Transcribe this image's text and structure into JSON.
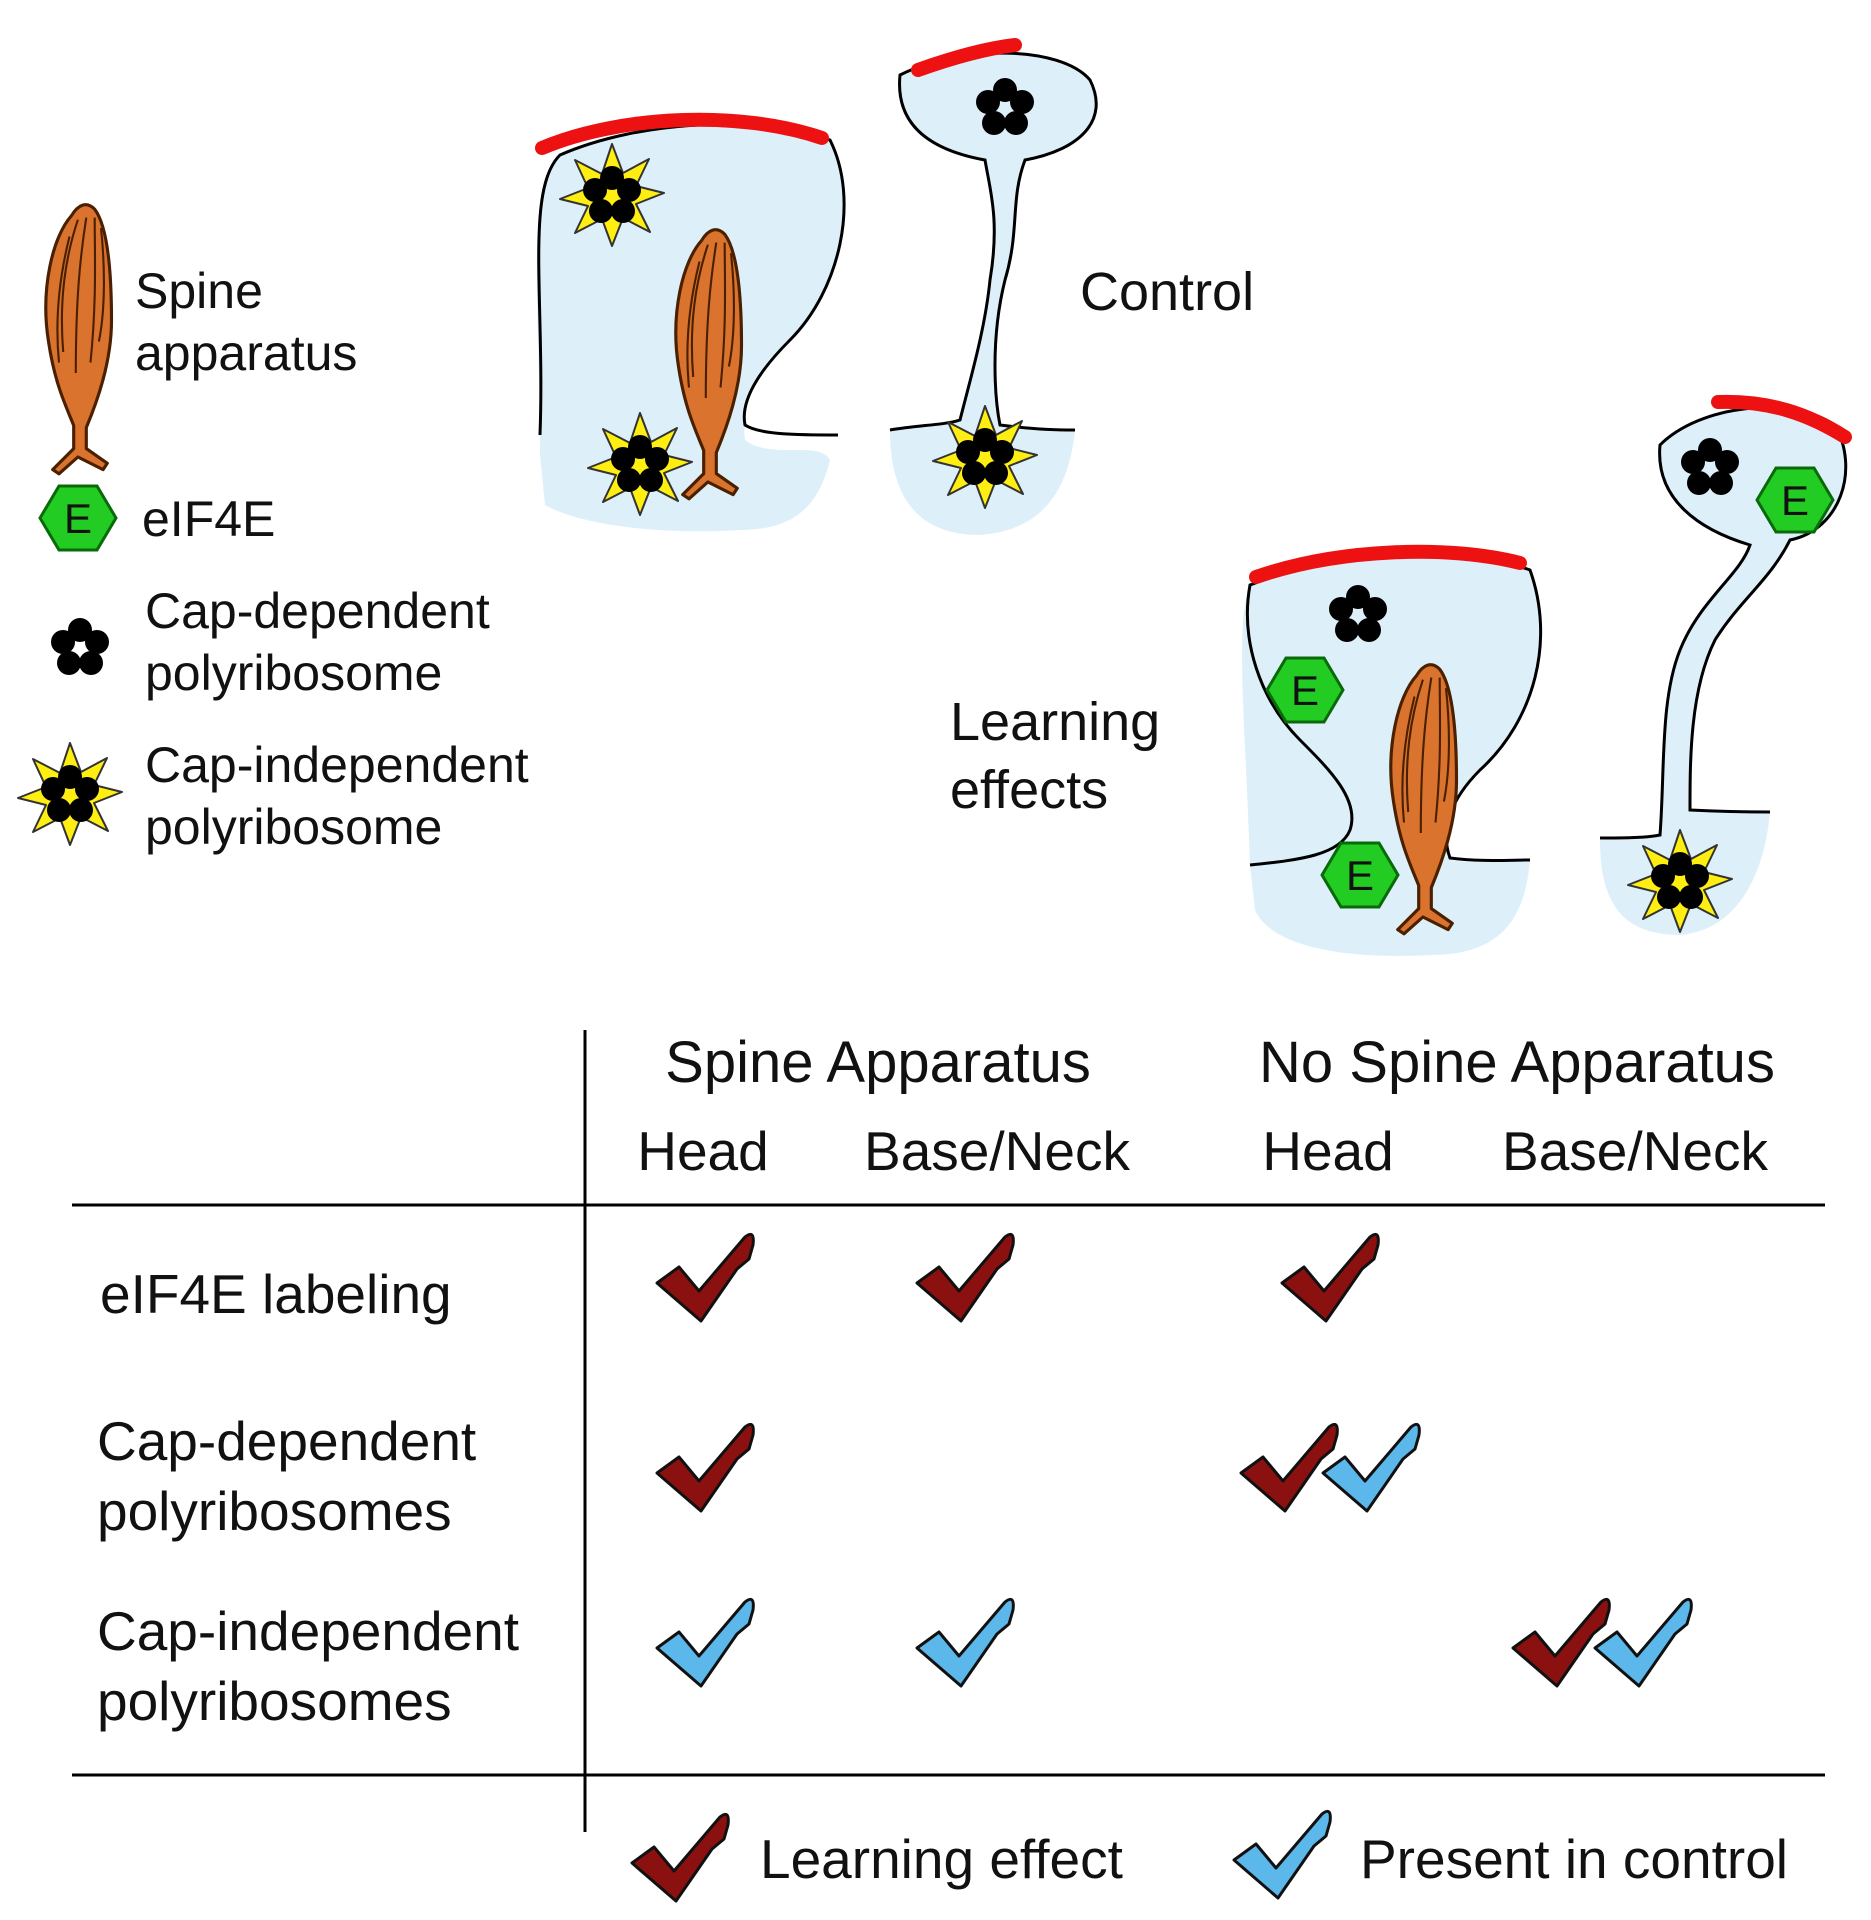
{
  "legend": {
    "spine_apparatus": [
      "Spine",
      "apparatus"
    ],
    "eif4e": "eIF4E",
    "eif4e_symbol": "E",
    "cap_dependent": [
      "Cap-dependent",
      "polyribosome"
    ],
    "cap_independent": [
      "Cap-independent",
      "polyribosome"
    ]
  },
  "conditions": {
    "control": "Control",
    "learning": [
      "Learning",
      "effects"
    ]
  },
  "table": {
    "groups": [
      "Spine Apparatus",
      "No Spine Apparatus"
    ],
    "subheaders": [
      "Head",
      "Base/Neck",
      "Head",
      "Base/Neck"
    ],
    "rows": [
      {
        "label": [
          "eIF4E labeling"
        ],
        "marks": [
          [
            "learning"
          ],
          [
            "learning"
          ],
          [
            "learning"
          ],
          []
        ]
      },
      {
        "label": [
          "Cap-dependent",
          "polyribosomes"
        ],
        "marks": [
          [
            "learning"
          ],
          [],
          [
            "learning",
            "control"
          ],
          []
        ]
      },
      {
        "label": [
          "Cap-independent",
          "polyribosomes"
        ],
        "marks": [
          [
            "control"
          ],
          [
            "control"
          ],
          [],
          [
            "learning",
            "control"
          ]
        ]
      }
    ]
  },
  "key": {
    "learning_effect": "Learning effect",
    "present_in_control": "Present in control"
  },
  "colors": {
    "learning_check": "#8b1010",
    "control_check": "#5cb8ea",
    "membrane_fill": "#ddf0fa",
    "psd": "#ee1111",
    "spine_apparatus": "#d9732e",
    "eif4e": "#22cc22",
    "star": "#ffee11"
  }
}
